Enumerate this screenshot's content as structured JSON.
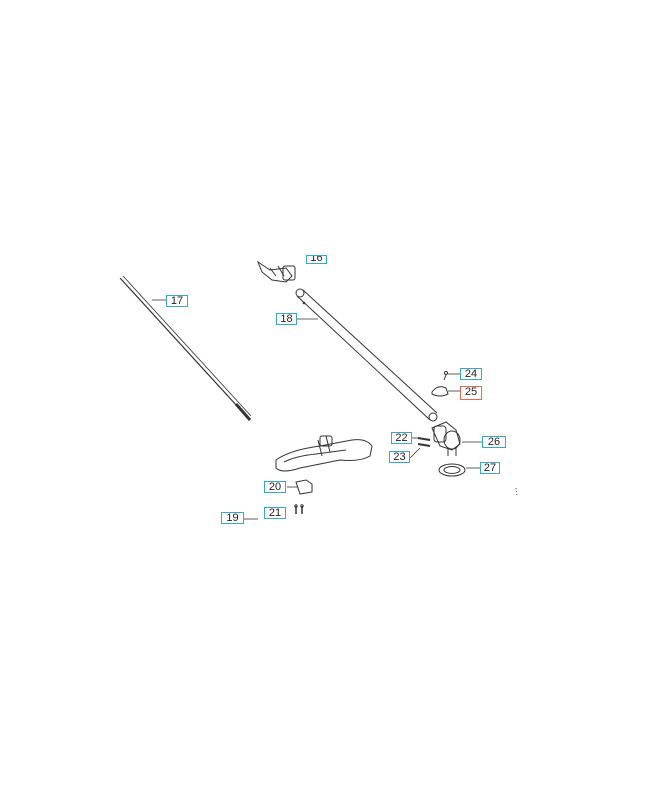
{
  "diagram": {
    "accent_color": "#3aa8c4",
    "highlight_color": "#e06a55",
    "callouts": [
      {
        "id": "c16",
        "label": "16"
      },
      {
        "id": "c17",
        "label": "17"
      },
      {
        "id": "c18",
        "label": "18"
      },
      {
        "id": "c19",
        "label": "19"
      },
      {
        "id": "c20",
        "label": "20"
      },
      {
        "id": "c21",
        "label": "21"
      },
      {
        "id": "c22",
        "label": "22"
      },
      {
        "id": "c23",
        "label": "23"
      },
      {
        "id": "c24",
        "label": "24"
      },
      {
        "id": "c25",
        "label": "25",
        "highlighted": true
      },
      {
        "id": "c26",
        "label": "26"
      },
      {
        "id": "c27",
        "label": "27"
      }
    ]
  }
}
